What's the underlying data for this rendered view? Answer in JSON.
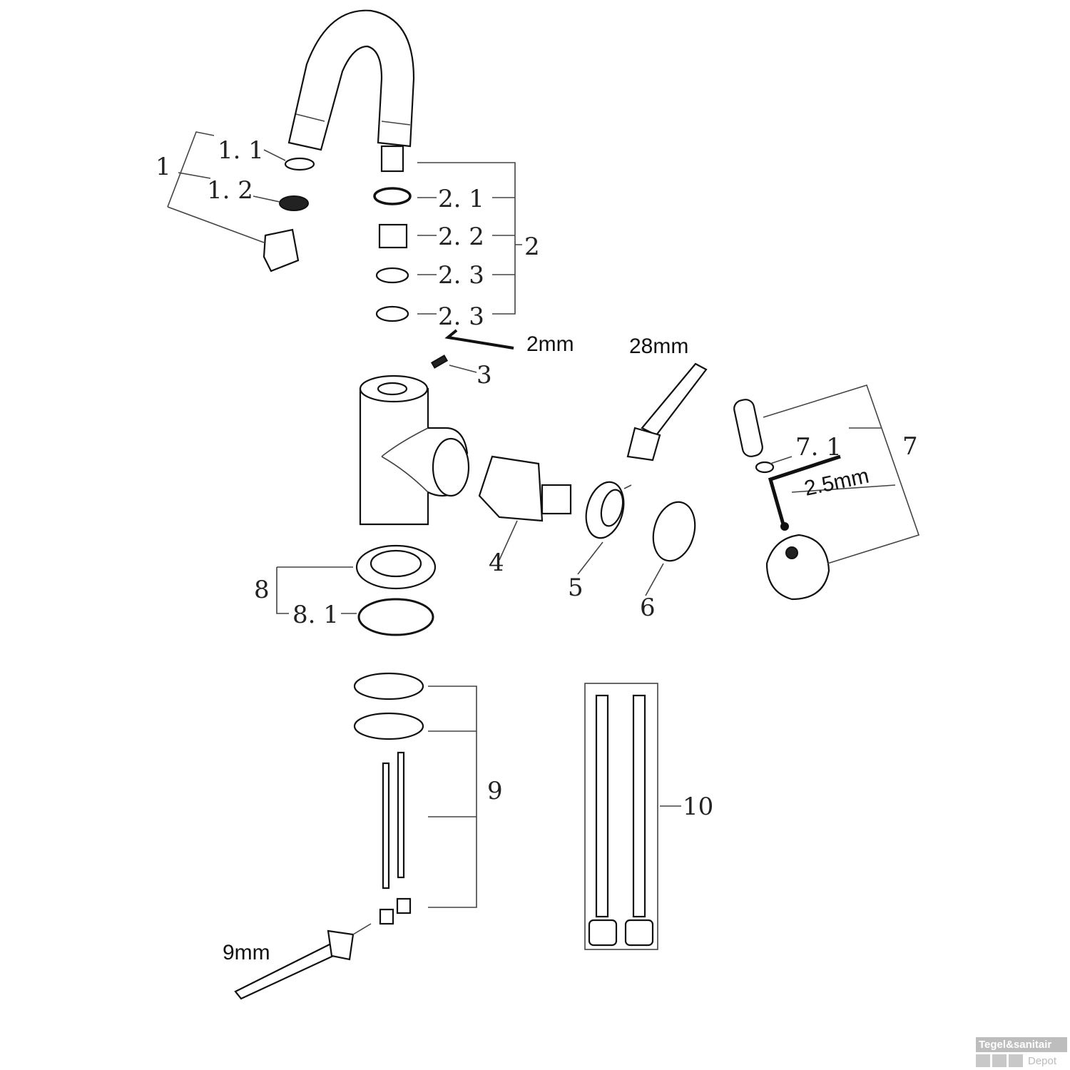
{
  "labels": {
    "p1": "1",
    "p1_1": "1. 1",
    "p1_2": "1. 2",
    "p2": "2",
    "p2_1": "2. 1",
    "p2_2": "2. 2",
    "p2_3a": "2. 3",
    "p2_3b": "2. 3",
    "p3": "3",
    "p4": "4",
    "p5": "5",
    "p6": "6",
    "p7": "7",
    "p7_1": "7. 1",
    "p8": "8",
    "p8_1": "8. 1",
    "p9": "9",
    "p10": "10"
  },
  "tools": {
    "hex_2mm": "2mm",
    "wrench_28mm": "28mm",
    "hex_2_5mm": "2.5mm",
    "wrench_9mm": "9mm"
  },
  "watermark": {
    "brand": "Tegel&sanitair",
    "sub": "Depot"
  }
}
